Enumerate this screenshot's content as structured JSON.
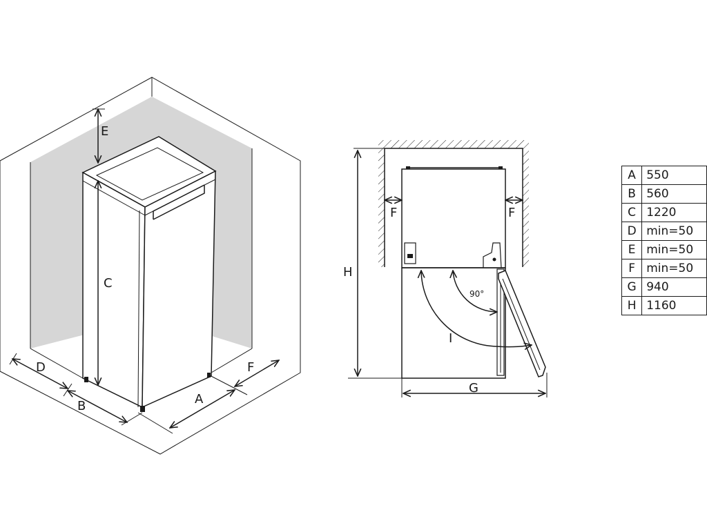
{
  "iso_view": {
    "labels": {
      "A": "A",
      "B": "B",
      "C": "C",
      "D": "D",
      "E": "E",
      "F": "F"
    }
  },
  "plan_view": {
    "labels": {
      "F_left": "F",
      "F_right": "F",
      "G": "G",
      "H": "H",
      "I": "I",
      "angle": "90°"
    }
  },
  "dimension_table": [
    {
      "key": "A",
      "value": "550"
    },
    {
      "key": "B",
      "value": "560"
    },
    {
      "key": "C",
      "value": "1220"
    },
    {
      "key": "D",
      "value": "min=50"
    },
    {
      "key": "E",
      "value": "min=50"
    },
    {
      "key": "F",
      "value": "min=50"
    },
    {
      "key": "G",
      "value": "940"
    },
    {
      "key": "H",
      "value": "1160"
    }
  ]
}
